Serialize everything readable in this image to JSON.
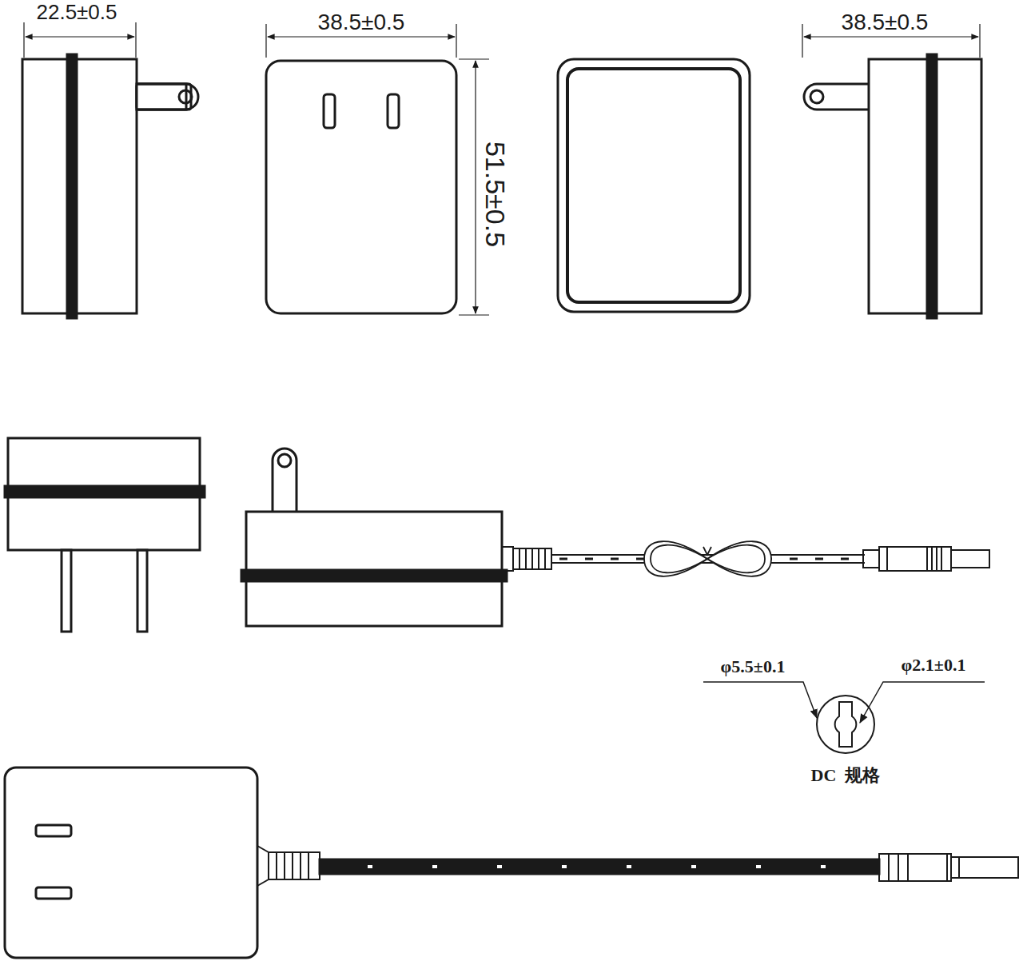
{
  "diagram": {
    "labels": [
      "22.5±0.5",
      "38.5±0.5",
      "51.5±0.5",
      "38.5±0.5",
      "φ5.5±0.1",
      "φ2.1±0.1",
      "DC  规格"
    ]
  }
}
